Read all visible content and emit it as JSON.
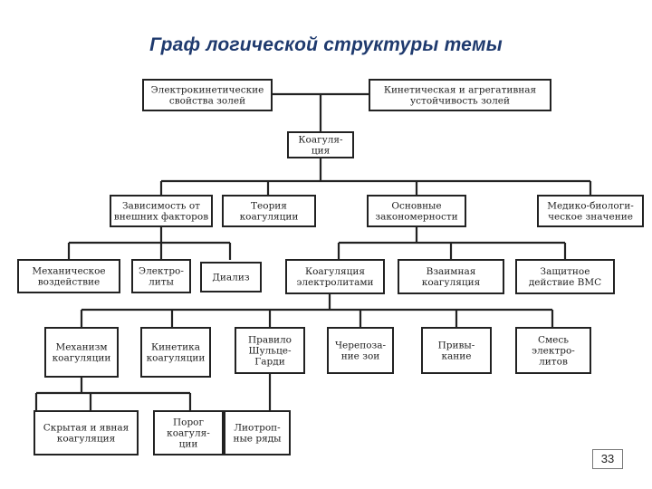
{
  "slide": {
    "title": "Граф логической структуры темы",
    "page_number": "33"
  },
  "nodes": [
    {
      "id": "n1",
      "lines": [
        "Электрокинетические",
        "свойства золей"
      ]
    },
    {
      "id": "n2",
      "lines": [
        "Кинетическая и агрегативная",
        "устойчивость золей"
      ]
    },
    {
      "id": "n3",
      "lines": [
        "Коагуля-",
        "ция"
      ]
    },
    {
      "id": "n4",
      "lines": [
        "Зависимость от",
        "внешних факторов"
      ]
    },
    {
      "id": "n5",
      "lines": [
        "Теория",
        "коагуляции"
      ]
    },
    {
      "id": "n6",
      "lines": [
        "Основные",
        "закономерности"
      ]
    },
    {
      "id": "n7",
      "lines": [
        "Медико-биологи-",
        "ческое значение"
      ]
    },
    {
      "id": "n8",
      "lines": [
        "Механическое",
        "воздействие"
      ]
    },
    {
      "id": "n9",
      "lines": [
        "Электро-",
        "литы"
      ]
    },
    {
      "id": "n10",
      "lines": [
        "Диализ"
      ]
    },
    {
      "id": "n11",
      "lines": [
        "Коагуляция",
        "электролитами"
      ]
    },
    {
      "id": "n12",
      "lines": [
        "Взаимная",
        "коагуляция"
      ]
    },
    {
      "id": "n13",
      "lines": [
        "Защитное",
        "действие ВМС"
      ]
    },
    {
      "id": "n14",
      "lines": [
        "Механизм",
        "коагуляции"
      ]
    },
    {
      "id": "n15",
      "lines": [
        "Кинетика",
        "коагуляции"
      ]
    },
    {
      "id": "n16",
      "lines": [
        "Правило",
        "Шульце-",
        "Гарди"
      ]
    },
    {
      "id": "n17",
      "lines": [
        "Черепоза-",
        "ние зои"
      ]
    },
    {
      "id": "n18",
      "lines": [
        "Привы-",
        "кание"
      ]
    },
    {
      "id": "n19",
      "lines": [
        "Смесь",
        "электро-",
        "литов"
      ]
    },
    {
      "id": "n20",
      "lines": [
        "Скрытая и явная",
        "коагуляция"
      ]
    },
    {
      "id": "n21",
      "lines": [
        "Порог",
        "коагуля-",
        "ции"
      ]
    },
    {
      "id": "n22",
      "lines": [
        "Лиотроп-",
        "ные ряды"
      ]
    }
  ]
}
